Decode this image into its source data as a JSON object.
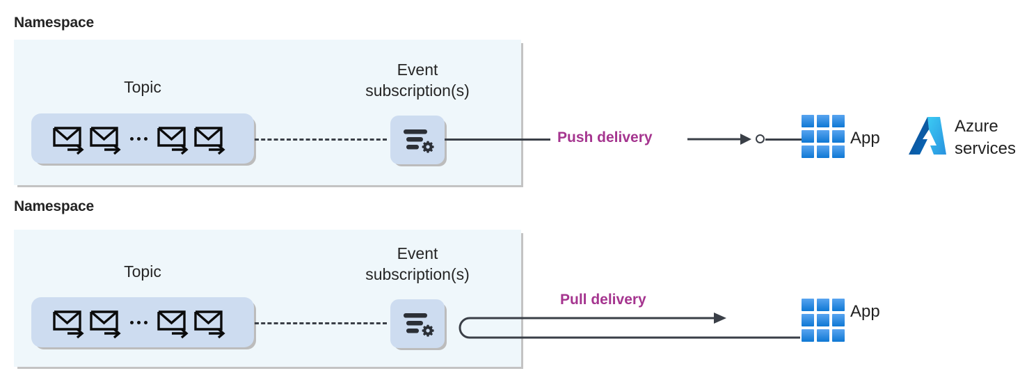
{
  "diagram": {
    "title_push_section": "Namespace",
    "title_pull_section": "Namespace",
    "colors": {
      "namespace_box_bg": "#eff7fb",
      "pill_bg": "#cddcf0",
      "delivery_label": "#a5358f",
      "line": "#3a3f47",
      "app_blue_light": "#4e9ef2",
      "app_blue_dark": "#1273d8",
      "azure_blue_dark": "#0a5ca8",
      "azure_blue_light": "#4fc3f7"
    }
  },
  "push_row": {
    "namespace_label": "Namespace",
    "topic_label": "Topic",
    "event_subscription_label": "Event\nsubscription(s)",
    "topic_icon": "envelope-arrow-icon",
    "topic_ellipsis": "...",
    "event_subscription_icon": "filter-gear-icon",
    "connector_icon": "dashed-connector",
    "delivery_label": "Push delivery",
    "arrow_icon": "arrow-right-icon",
    "endpoint_icon": "hollow-circle-endpoint-icon",
    "app_icon": "app-grid-icon",
    "app_label": "App",
    "azure_icon": "azure-logo-icon",
    "azure_label": "Azure\nservices"
  },
  "pull_row": {
    "namespace_label": "Namespace",
    "topic_label": "Topic",
    "event_subscription_label": "Event\nsubscription(s)",
    "topic_icon": "envelope-arrow-icon",
    "topic_ellipsis": "...",
    "event_subscription_icon": "filter-gear-icon",
    "connector_icon": "dashed-connector",
    "delivery_label": "Pull delivery",
    "loop_icon": "u-turn-loop-icon",
    "arrow_icon": "arrow-right-icon",
    "app_icon": "app-grid-icon",
    "app_label": "App"
  }
}
